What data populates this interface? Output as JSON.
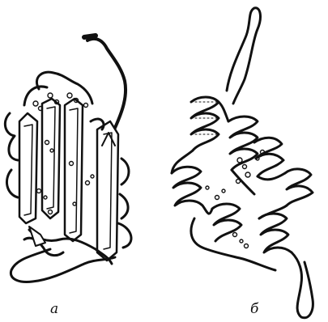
{
  "figure": {
    "panels": [
      {
        "label": "а",
        "icon": "beta-sheet-ribbon-structure"
      },
      {
        "label": "б",
        "icon": "alpha-helix-ribbon-structure"
      }
    ],
    "ink_color": "#111111",
    "background_color": "#ffffff"
  }
}
